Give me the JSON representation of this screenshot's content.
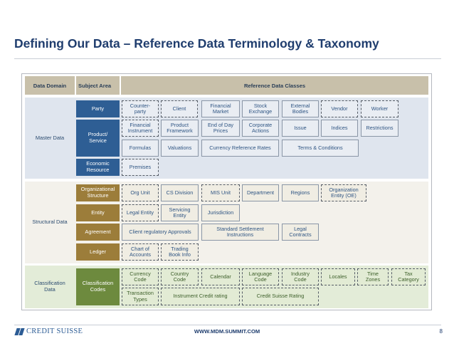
{
  "title": "Defining Our Data – Reference Data Terminology & Taxonomy",
  "header": {
    "domain_label": "Data Domain",
    "subject_label": "Subject Area",
    "classes_label": "Reference Data Classes"
  },
  "domains": {
    "master": "Master Data",
    "structural": "Structural Data",
    "classification": [
      "Classification",
      "Data"
    ]
  },
  "subjects": {
    "party": "Party",
    "product": [
      "Product/",
      "Service"
    ],
    "economic": [
      "Economic",
      "Resource"
    ],
    "org_structure": [
      "Organizational",
      "Structure"
    ],
    "entity": "Entity",
    "agreement": "Agreement",
    "ledger": "Ledger",
    "classification_codes": [
      "Classification",
      "Codes"
    ]
  },
  "cells": {
    "counterparty": [
      "Counter-",
      "party"
    ],
    "client": "Client",
    "financial_market": [
      "Financial",
      "Market"
    ],
    "stock_exchange": [
      "Stock",
      "Exchange"
    ],
    "external_bodies": [
      "External",
      "Bodies"
    ],
    "vendor": "Vendor",
    "worker": "Worker",
    "financial_instrument": [
      "Financial",
      "Instrument"
    ],
    "product_framework": [
      "Product",
      "Framework"
    ],
    "end_of_day_prices": [
      "End of Day",
      "Prices"
    ],
    "corporate_actions": [
      "Corporate",
      "Actions"
    ],
    "issue": "Issue",
    "indices": "Indices",
    "restrictions": "Restrictions",
    "formulas": "Formulas",
    "valuations": "Valuations",
    "currency_reference_rates": "Currency Reference Rates",
    "terms_conditions": "Terms & Conditions",
    "premises": "Premises",
    "org_unit": "Org Unit",
    "cs_division": "CS Division",
    "mis_unit": "MIS Unit",
    "department": "Department",
    "regions": "Regions",
    "organization_entity": [
      "Organization",
      "Entity (OE)"
    ],
    "legal_entity": "Legal Entity",
    "servicing_entity": [
      "Servicing",
      "Entity"
    ],
    "jurisdiction": "Jurisdiction",
    "client_regulatory_approvals": "Client regulatory Approvals",
    "standard_settlement_instructions": [
      "Standard Settlement",
      "Instructions"
    ],
    "legal_contracts": [
      "Legal",
      "Contracts"
    ],
    "chart_of_accounts": [
      "Chart of",
      "Accounts"
    ],
    "trading_book_info": [
      "Trading",
      "Book Info"
    ],
    "currency_code": [
      "Currency",
      "Code"
    ],
    "country_code": [
      "Country",
      "Code"
    ],
    "calendar": "Calendar",
    "language_code": [
      "Language",
      "Code"
    ],
    "industry_code": [
      "Industry",
      "Code"
    ],
    "locales": "Locales",
    "time_zones": [
      "Time",
      "Zones"
    ],
    "tax_category": [
      "Tax",
      "Category"
    ],
    "transaction_types": [
      "Transaction",
      "Types"
    ],
    "instrument_credit_rating": "Instrument Credit rating",
    "credit_suisse_rating": "Credit Suisse Rating"
  },
  "footer": {
    "logo_text": "CREDIT SUISSE",
    "url": "WWW.MDM.SUMMIT.COM",
    "page_number": "8"
  }
}
